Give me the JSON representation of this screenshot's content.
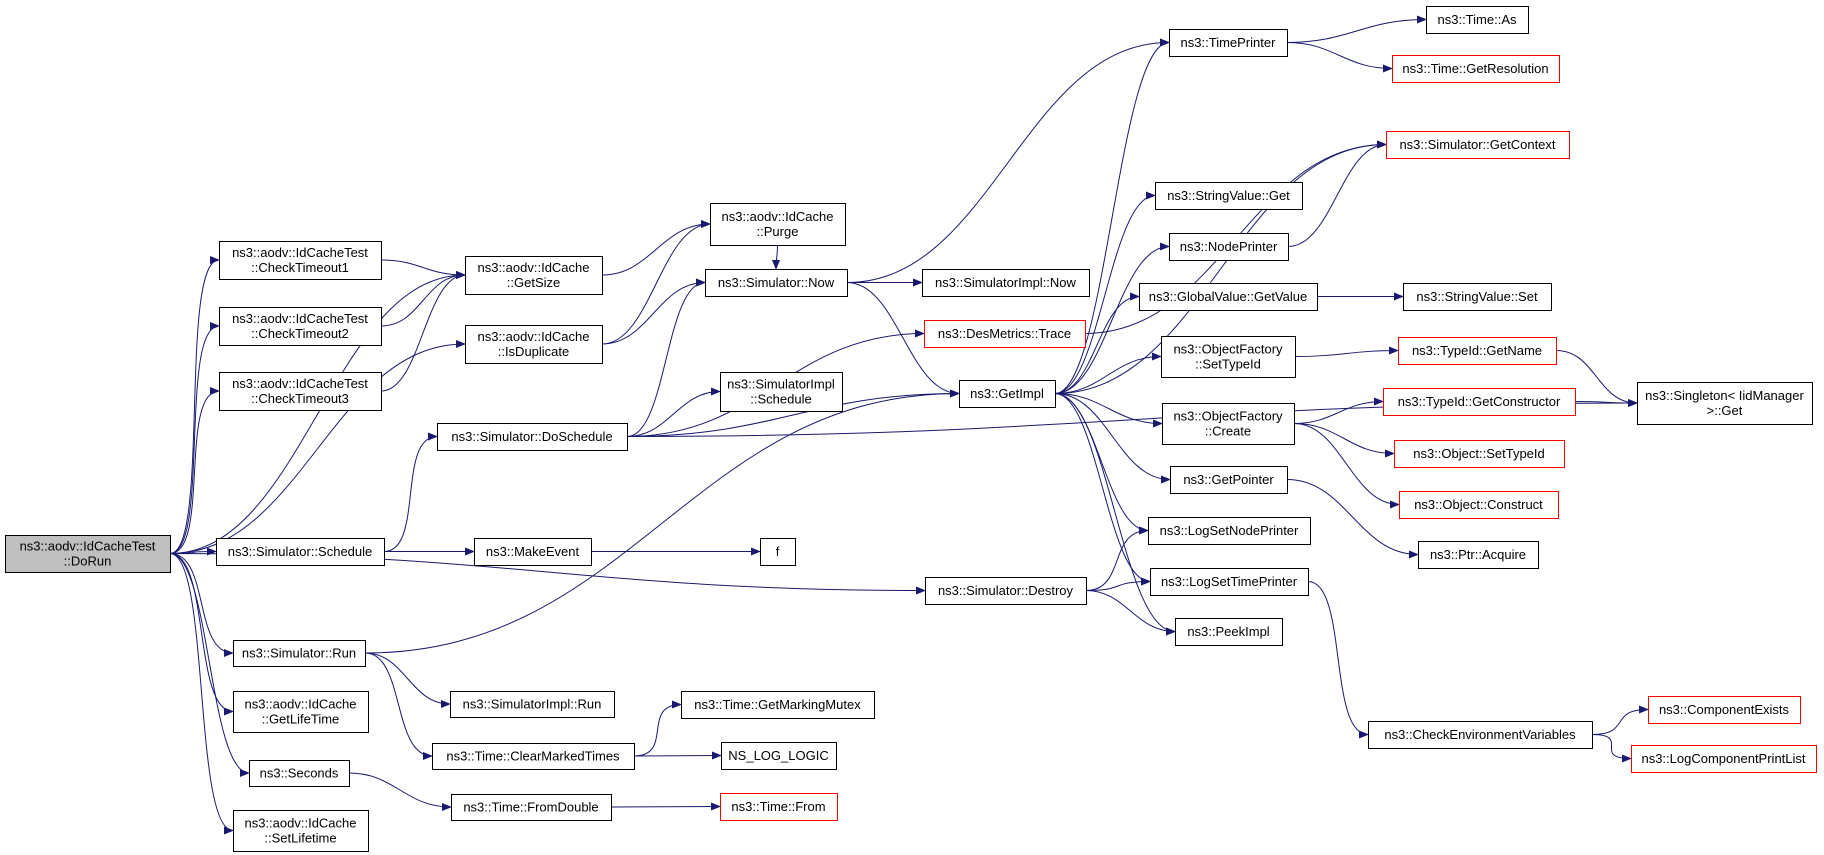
{
  "colors": {
    "edge": "#191970",
    "border_normal": "#000000",
    "border_truncated": "#ff0000",
    "fill_root": "#bfbfbf",
    "fill_normal": "#ffffff"
  },
  "nodes": [
    {
      "id": "dorun",
      "lines": [
        "ns3::aodv::IdCacheTest",
        "::DoRun"
      ],
      "root": true
    },
    {
      "id": "checktimeout1",
      "lines": [
        "ns3::aodv::IdCacheTest",
        "::CheckTimeout1"
      ]
    },
    {
      "id": "checktimeout2",
      "lines": [
        "ns3::aodv::IdCacheTest",
        "::CheckTimeout2"
      ]
    },
    {
      "id": "checktimeout3",
      "lines": [
        "ns3::aodv::IdCacheTest",
        "::CheckTimeout3"
      ]
    },
    {
      "id": "getsize",
      "lines": [
        "ns3::aodv::IdCache",
        "::GetSize"
      ]
    },
    {
      "id": "isduplicate",
      "lines": [
        "ns3::aodv::IdCache",
        "::IsDuplicate"
      ]
    },
    {
      "id": "purge",
      "lines": [
        "ns3::aodv::IdCache",
        "::Purge"
      ]
    },
    {
      "id": "now",
      "lines": [
        "ns3::Simulator::Now"
      ]
    },
    {
      "id": "implnow",
      "lines": [
        "ns3::SimulatorImpl::Now"
      ]
    },
    {
      "id": "destrace",
      "lines": [
        "ns3::DesMetrics::Trace"
      ],
      "truncated": true
    },
    {
      "id": "implschedule",
      "lines": [
        "ns3::SimulatorImpl",
        "::Schedule"
      ]
    },
    {
      "id": "doschedule",
      "lines": [
        "ns3::Simulator::DoSchedule"
      ]
    },
    {
      "id": "schedule",
      "lines": [
        "ns3::Simulator::Schedule"
      ]
    },
    {
      "id": "makeevent",
      "lines": [
        "ns3::MakeEvent"
      ]
    },
    {
      "id": "f",
      "lines": [
        "f"
      ]
    },
    {
      "id": "run",
      "lines": [
        "ns3::Simulator::Run"
      ]
    },
    {
      "id": "implrun",
      "lines": [
        "ns3::SimulatorImpl::Run"
      ]
    },
    {
      "id": "getlifetime",
      "lines": [
        "ns3::aodv::IdCache",
        "::GetLifeTime"
      ]
    },
    {
      "id": "clearmarked",
      "lines": [
        "ns3::Time::ClearMarkedTimes"
      ]
    },
    {
      "id": "markingmutex",
      "lines": [
        "ns3::Time::GetMarkingMutex"
      ]
    },
    {
      "id": "nslog",
      "lines": [
        "NS_LOG_LOGIC"
      ]
    },
    {
      "id": "seconds",
      "lines": [
        "ns3::Seconds"
      ]
    },
    {
      "id": "fromdouble",
      "lines": [
        "ns3::Time::FromDouble"
      ]
    },
    {
      "id": "timefrom",
      "lines": [
        "ns3::Time::From"
      ],
      "truncated": true
    },
    {
      "id": "setlifetime",
      "lines": [
        "ns3::aodv::IdCache",
        "::SetLifetime"
      ]
    },
    {
      "id": "getimpl",
      "lines": [
        "ns3::GetImpl"
      ]
    },
    {
      "id": "destroy",
      "lines": [
        "ns3::Simulator::Destroy"
      ]
    },
    {
      "id": "timeprinter",
      "lines": [
        "ns3::TimePrinter"
      ]
    },
    {
      "id": "timeas",
      "lines": [
        "ns3::Time::As"
      ]
    },
    {
      "id": "getresolution",
      "lines": [
        "ns3::Time::GetResolution"
      ],
      "truncated": true
    },
    {
      "id": "getcontext",
      "lines": [
        "ns3::Simulator::GetContext"
      ],
      "truncated": true
    },
    {
      "id": "stringget",
      "lines": [
        "ns3::StringValue::Get"
      ]
    },
    {
      "id": "nodeprinter",
      "lines": [
        "ns3::NodePrinter"
      ]
    },
    {
      "id": "getvalue",
      "lines": [
        "ns3::GlobalValue::GetValue"
      ]
    },
    {
      "id": "stringset",
      "lines": [
        "ns3::StringValue::Set"
      ]
    },
    {
      "id": "settypeid",
      "lines": [
        "ns3::ObjectFactory",
        "::SetTypeId"
      ]
    },
    {
      "id": "typeidname",
      "lines": [
        "ns3::TypeId::GetName"
      ],
      "truncated": true
    },
    {
      "id": "singleton",
      "lines": [
        "ns3::Singleton< IidManager",
        " >::Get"
      ]
    },
    {
      "id": "create",
      "lines": [
        "ns3::ObjectFactory",
        "::Create"
      ]
    },
    {
      "id": "getconstructor",
      "lines": [
        "ns3::TypeId::GetConstructor"
      ],
      "truncated": true
    },
    {
      "id": "objsettypeid",
      "lines": [
        "ns3::Object::SetTypeId"
      ],
      "truncated": true
    },
    {
      "id": "construct",
      "lines": [
        "ns3::Object::Construct"
      ],
      "truncated": true
    },
    {
      "id": "getpointer",
      "lines": [
        "ns3::GetPointer"
      ]
    },
    {
      "id": "acquire",
      "lines": [
        "ns3::Ptr::Acquire"
      ]
    },
    {
      "id": "lognodeprinter",
      "lines": [
        "ns3::LogSetNodePrinter"
      ]
    },
    {
      "id": "logtimeprinter",
      "lines": [
        "ns3::LogSetTimePrinter"
      ]
    },
    {
      "id": "peekimpl",
      "lines": [
        "ns3::PeekImpl"
      ]
    },
    {
      "id": "checkenv",
      "lines": [
        "ns3::CheckEnvironmentVariables"
      ]
    },
    {
      "id": "compexists",
      "lines": [
        "ns3::ComponentExists"
      ],
      "truncated": true
    },
    {
      "id": "logprintlist",
      "lines": [
        "ns3::LogComponentPrintList"
      ],
      "truncated": true
    }
  ],
  "edges": [
    [
      "dorun",
      "checktimeout1"
    ],
    [
      "dorun",
      "checktimeout2"
    ],
    [
      "dorun",
      "checktimeout3"
    ],
    [
      "dorun",
      "getsize"
    ],
    [
      "dorun",
      "isduplicate"
    ],
    [
      "dorun",
      "schedule"
    ],
    [
      "dorun",
      "run"
    ],
    [
      "dorun",
      "getlifetime"
    ],
    [
      "dorun",
      "seconds"
    ],
    [
      "dorun",
      "setlifetime"
    ],
    [
      "dorun",
      "destroy"
    ],
    [
      "checktimeout1",
      "getsize"
    ],
    [
      "checktimeout2",
      "getsize"
    ],
    [
      "checktimeout3",
      "getsize"
    ],
    [
      "getsize",
      "purge"
    ],
    [
      "isduplicate",
      "purge"
    ],
    [
      "isduplicate",
      "now"
    ],
    [
      "purge",
      "now"
    ],
    [
      "now",
      "implnow"
    ],
    [
      "now",
      "getimpl"
    ],
    [
      "now",
      "timeprinter"
    ],
    [
      "schedule",
      "makeevent"
    ],
    [
      "schedule",
      "doschedule"
    ],
    [
      "makeevent",
      "f"
    ],
    [
      "doschedule",
      "now"
    ],
    [
      "doschedule",
      "destrace"
    ],
    [
      "doschedule",
      "implschedule"
    ],
    [
      "doschedule",
      "getimpl"
    ],
    [
      "doschedule",
      "singleton"
    ],
    [
      "run",
      "implrun"
    ],
    [
      "run",
      "clearmarked"
    ],
    [
      "run",
      "getimpl"
    ],
    [
      "clearmarked",
      "markingmutex"
    ],
    [
      "clearmarked",
      "nslog"
    ],
    [
      "seconds",
      "fromdouble"
    ],
    [
      "fromdouble",
      "timefrom"
    ],
    [
      "destroy",
      "lognodeprinter"
    ],
    [
      "destroy",
      "logtimeprinter"
    ],
    [
      "destroy",
      "peekimpl"
    ],
    [
      "destrace",
      "getcontext"
    ],
    [
      "getimpl",
      "timeprinter"
    ],
    [
      "getimpl",
      "getcontext"
    ],
    [
      "getimpl",
      "stringget"
    ],
    [
      "getimpl",
      "nodeprinter"
    ],
    [
      "getimpl",
      "getvalue"
    ],
    [
      "getimpl",
      "settypeid"
    ],
    [
      "getimpl",
      "create"
    ],
    [
      "getimpl",
      "getpointer"
    ],
    [
      "getimpl",
      "lognodeprinter"
    ],
    [
      "getimpl",
      "logtimeprinter"
    ],
    [
      "getimpl",
      "peekimpl"
    ],
    [
      "timeprinter",
      "timeas"
    ],
    [
      "timeprinter",
      "getresolution"
    ],
    [
      "nodeprinter",
      "getcontext"
    ],
    [
      "getvalue",
      "stringset"
    ],
    [
      "settypeid",
      "typeidname"
    ],
    [
      "typeidname",
      "singleton"
    ],
    [
      "create",
      "getconstructor"
    ],
    [
      "create",
      "objsettypeid"
    ],
    [
      "create",
      "construct"
    ],
    [
      "getconstructor",
      "singleton"
    ],
    [
      "getpointer",
      "acquire"
    ],
    [
      "logtimeprinter",
      "checkenv"
    ],
    [
      "checkenv",
      "compexists"
    ],
    [
      "checkenv",
      "logprintlist"
    ]
  ]
}
